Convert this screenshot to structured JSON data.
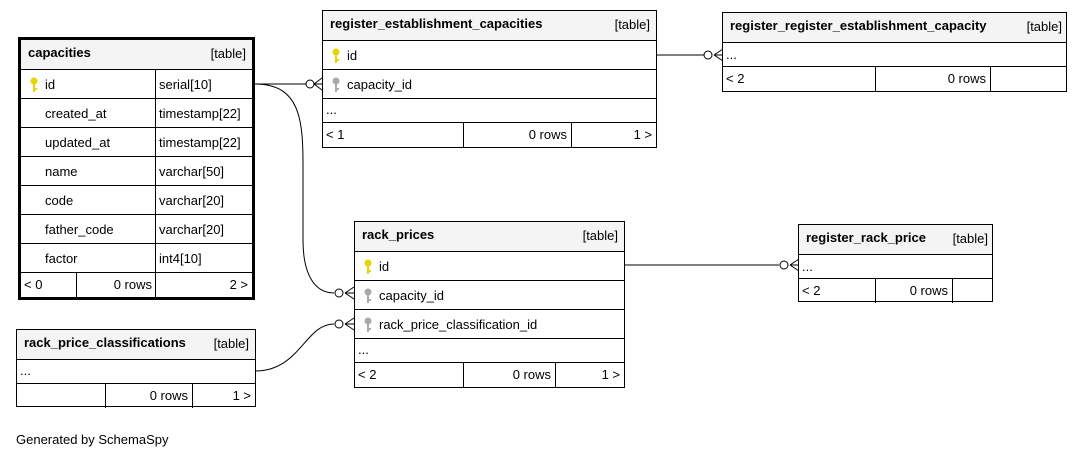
{
  "tables": {
    "capacities": {
      "name": "capacities",
      "type": "[table]",
      "columns": [
        {
          "name": "id",
          "type": "serial[10]",
          "key": "primary"
        },
        {
          "name": "created_at",
          "type": "timestamp[22]"
        },
        {
          "name": "updated_at",
          "type": "timestamp[22]"
        },
        {
          "name": "name",
          "type": "varchar[50]"
        },
        {
          "name": "code",
          "type": "varchar[20]"
        },
        {
          "name": "father_code",
          "type": "varchar[20]"
        },
        {
          "name": "factor",
          "type": "int4[10]"
        }
      ],
      "footer": {
        "parents": "< 0",
        "rows": "0 rows",
        "children": "2 >"
      }
    },
    "register_establishment_capacities": {
      "name": "register_establishment_capacities",
      "type": "[table]",
      "columns": [
        {
          "name": "id",
          "key": "primary"
        },
        {
          "name": "capacity_id",
          "key": "foreign"
        }
      ],
      "more": "...",
      "footer": {
        "parents": "< 1",
        "rows": "0 rows",
        "children": "1 >"
      }
    },
    "register_register_establishment_capacity": {
      "name": "register_register_establishment_capacity",
      "type": "[table]",
      "more": "...",
      "footer": {
        "parents": "< 2",
        "rows": "0 rows",
        "children": ""
      }
    },
    "rack_prices": {
      "name": "rack_prices",
      "type": "[table]",
      "columns": [
        {
          "name": "id",
          "key": "primary"
        },
        {
          "name": "capacity_id",
          "key": "foreign"
        },
        {
          "name": "rack_price_classification_id",
          "key": "foreign"
        }
      ],
      "more": "...",
      "footer": {
        "parents": "< 2",
        "rows": "0 rows",
        "children": "1 >"
      }
    },
    "register_rack_price": {
      "name": "register_rack_price",
      "type": "[table]",
      "more": "...",
      "footer": {
        "parents": "< 2",
        "rows": "0 rows",
        "children": ""
      }
    },
    "rack_price_classifications": {
      "name": "rack_price_classifications",
      "type": "[table]",
      "more": "...",
      "footer": {
        "parents": "",
        "rows": "0 rows",
        "children": "1 >"
      }
    }
  },
  "relationships": [
    {
      "from": "capacities.id",
      "to": "register_establishment_capacities.capacity_id"
    },
    {
      "from": "capacities.id",
      "to": "rack_prices.capacity_id"
    },
    {
      "from": "rack_price_classifications",
      "to": "rack_prices.rack_price_classification_id"
    },
    {
      "from": "register_establishment_capacities.id",
      "to": "register_register_establishment_capacity"
    },
    {
      "from": "rack_prices.id",
      "to": "register_rack_price"
    }
  ],
  "colors": {
    "primary_key": "#e6d600",
    "foreign_key": "#aaaaaa",
    "header_bg": "#f4f4f4"
  },
  "credit": "Generated by SchemaSpy"
}
